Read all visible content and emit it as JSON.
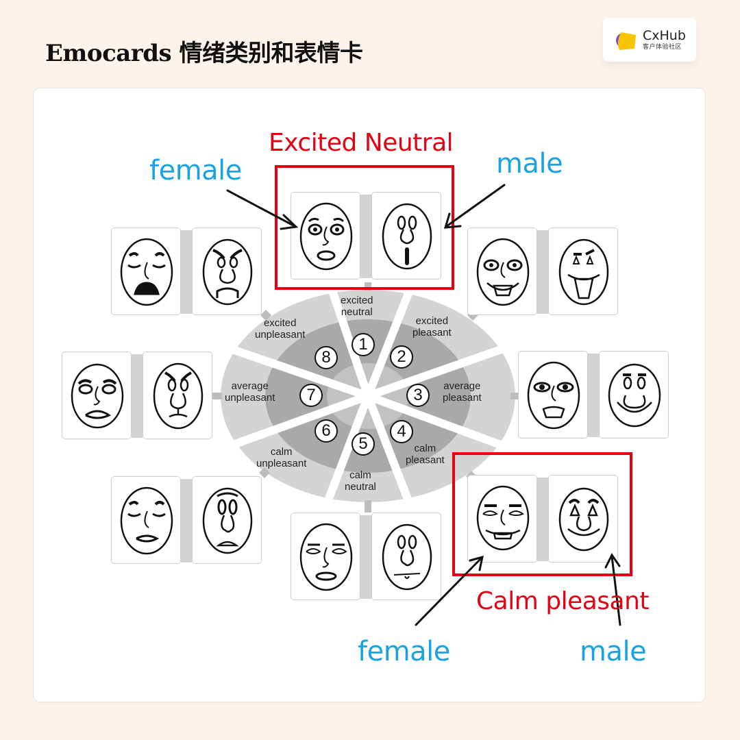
{
  "header": {
    "title": "Emocards 情绪类别和表情卡",
    "logo": {
      "name": "CxHub",
      "subtitle": "客户体验社区",
      "colors": {
        "purple": "#7b4fd6",
        "yellow": "#f7c500"
      }
    }
  },
  "diagram": {
    "annotations": {
      "top_box_title": "Excited Neutral",
      "bottom_box_title": "Calm pleasant",
      "top_female": "female",
      "top_male": "male",
      "bottom_female": "female",
      "bottom_male": "male",
      "colors": {
        "red": "#e60012",
        "blue": "#1aa3e0"
      }
    },
    "wheel": {
      "segments": [
        {
          "number": "1",
          "label_line1": "excited",
          "label_line2": "neutral"
        },
        {
          "number": "2",
          "label_line1": "excited",
          "label_line2": "pleasant"
        },
        {
          "number": "3",
          "label_line1": "average",
          "label_line2": "pleasant"
        },
        {
          "number": "4",
          "label_line1": "calm",
          "label_line2": "pleasant"
        },
        {
          "number": "5",
          "label_line1": "calm",
          "label_line2": "neutral"
        },
        {
          "number": "6",
          "label_line1": "calm",
          "label_line2": "unpleasant"
        },
        {
          "number": "7",
          "label_line1": "average",
          "label_line2": "unpleasant"
        },
        {
          "number": "8",
          "label_line1": "excited",
          "label_line2": "unpleasant"
        }
      ]
    },
    "face_pairs": [
      {
        "segment": "excited neutral",
        "female": "female-face-icon",
        "male": "male-face-icon"
      },
      {
        "segment": "excited pleasant",
        "female": "female-face-icon",
        "male": "male-face-icon"
      },
      {
        "segment": "average pleasant",
        "female": "female-face-icon",
        "male": "male-face-icon"
      },
      {
        "segment": "calm pleasant",
        "female": "female-face-icon",
        "male": "male-face-icon"
      },
      {
        "segment": "calm neutral",
        "female": "female-face-icon",
        "male": "male-face-icon"
      },
      {
        "segment": "calm unpleasant",
        "female": "female-face-icon",
        "male": "male-face-icon"
      },
      {
        "segment": "average unpleasant",
        "female": "female-face-icon",
        "male": "male-face-icon"
      },
      {
        "segment": "excited unpleasant",
        "female": "female-face-icon",
        "male": "male-face-icon"
      }
    ]
  }
}
